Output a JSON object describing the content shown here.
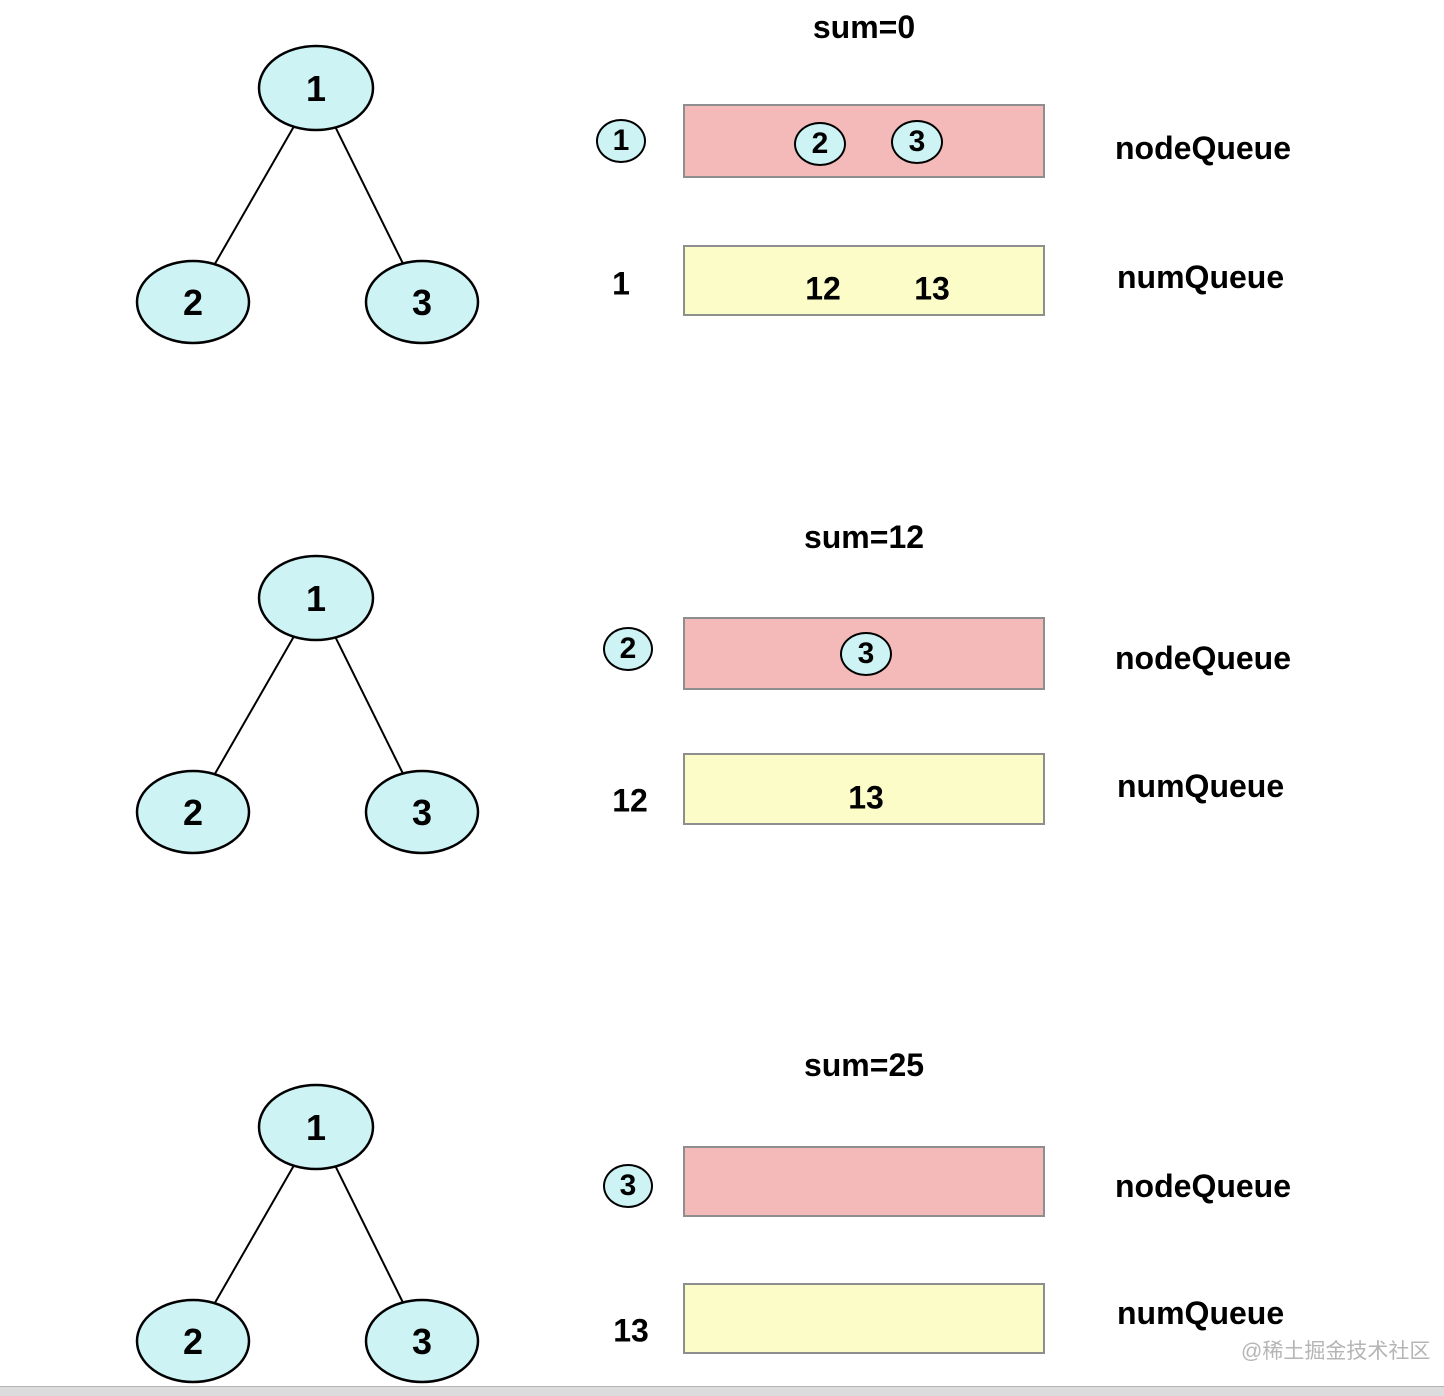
{
  "colors": {
    "node_fill": "#cdf3f5",
    "node_queue_fill": "#f4baba",
    "num_queue_fill": "#fcfcc8",
    "rect_border": "#8e8e8e"
  },
  "tree": {
    "root": "1",
    "left_child": "2",
    "right_child": "3"
  },
  "panels": [
    {
      "sum_label": "sum=0",
      "node_queue": {
        "head": "1",
        "items": [
          "2",
          "3"
        ],
        "label": "nodeQueue"
      },
      "num_queue": {
        "head": "1",
        "items": [
          "12",
          "13"
        ],
        "label": "numQueue"
      }
    },
    {
      "sum_label": "sum=12",
      "node_queue": {
        "head": "2",
        "items": [
          "3"
        ],
        "label": "nodeQueue"
      },
      "num_queue": {
        "head": "12",
        "items": [
          "13"
        ],
        "label": "numQueue"
      }
    },
    {
      "sum_label": "sum=25",
      "node_queue": {
        "head": "3",
        "items": [],
        "label": "nodeQueue"
      },
      "num_queue": {
        "head": "13",
        "items": [],
        "label": "numQueue"
      }
    }
  ],
  "watermark": "@稀土掘金技术社区"
}
